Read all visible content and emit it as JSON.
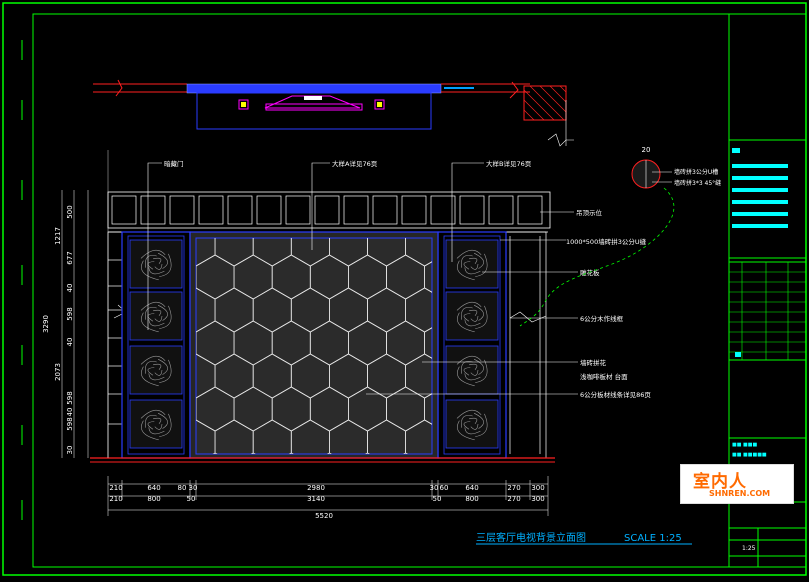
{
  "drawing": {
    "title": "三层客厅电视背景立面图",
    "scale": "SCALE 1:25",
    "colors": {
      "frame": "#00ff00",
      "title": "#00b0ff",
      "outline": "#2a3cff",
      "dim": "#ffffff",
      "callout": "#ffffff",
      "hatch": "#ff2020",
      "accent": "#ff00ff",
      "yellow": "#ffff00",
      "cyan": "#00ffff"
    }
  },
  "callouts": {
    "dark_door": "暗藏门",
    "detail_a": "大样A详见76页",
    "detail_b": "大样B详见76页",
    "ceiling_line": "吊顶示位",
    "tile_joint": "1000*500墙砖拼3公分U缝",
    "carved_panel": "雕花板",
    "wood_trim": "6公分木作线框",
    "tile_hex": "墙砖拼花",
    "stone_edge": "浅咖啡板材 台面",
    "board_detail": "6公分板材线条详见86页",
    "detail_a1": "墙砖拼3公分U槽",
    "detail_a2": "墙砖拼3*3  45°缝"
  },
  "detail_marker": "20",
  "dims_left": [
    "500",
    "1217",
    "677",
    "40",
    "598",
    "40",
    "2073",
    "3290",
    "598",
    "40",
    "598",
    "30"
  ],
  "dims_bottom_row1": [
    "210",
    "640",
    "80",
    "30",
    "2980",
    "30",
    "60",
    "640",
    "270",
    "300"
  ],
  "dims_bottom_row2": [
    "210",
    "800",
    "50",
    "3140",
    "50",
    "800",
    "270",
    "300"
  ],
  "dims_total": "5520",
  "watermark": {
    "cn": "室内人",
    "en": "SHNREN.COM"
  },
  "title_block": {
    "row1": "■■ ■■■",
    "row2": "■■ ■■■■■",
    "scale_cell": "1:25"
  }
}
